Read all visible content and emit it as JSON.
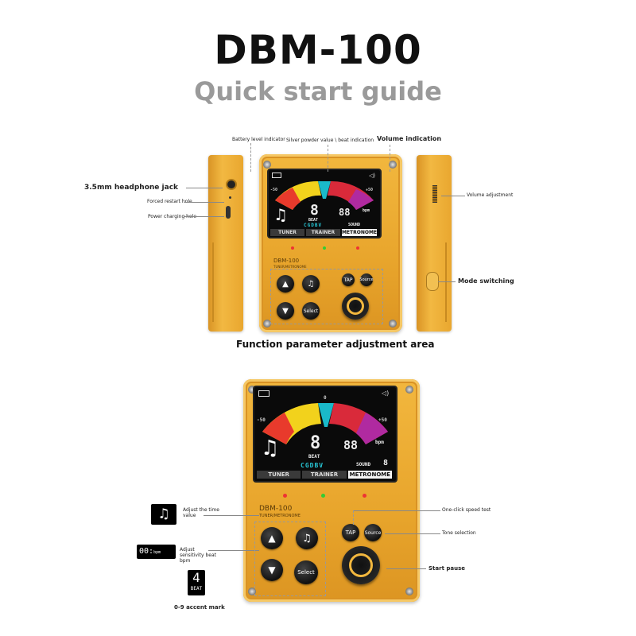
{
  "header": {
    "title": "DBM-100",
    "subtitle": "Quick start guide"
  },
  "top_labels": {
    "battery": "Battery level indicator",
    "silver": "Silver powder value \\ beat indication",
    "volume_indication": "Volume indication",
    "headphone": "3.5mm headphone jack",
    "restart": "Forced restart hole",
    "charging": "Power charging hole",
    "volume_adjustment": "Volume adjustment",
    "mode_switching": "Mode switching",
    "function_area": "Function parameter adjustment area"
  },
  "bottom_labels": {
    "time_value": "Adjust the time value",
    "sensitivity": "Adjust sensitivity beat bpm",
    "accent": "0-9 accent mark",
    "speed_test": "One-click speed test",
    "tone": "Tone selection",
    "start_pause": "Start pause"
  },
  "device": {
    "model": "DBM-100",
    "model_sub": "TUNER/METRONOME",
    "tabs": [
      "TUNER",
      "TRAINER",
      "METRONOME"
    ],
    "beat_label": "BEAT",
    "beat_digit": "8",
    "bpm_value": "88",
    "bpm_unit": "bpm",
    "notes": "CGDBV",
    "sound_label": "SOUND",
    "sound_value": "8",
    "tap_label": "TAP",
    "source_label": "Source",
    "select_label": "Select",
    "minus_label": "-50",
    "plus_label": "+50",
    "zero_label": "0"
  },
  "insets": {
    "bpm_digits": "00:",
    "bpm_unit": "bpm",
    "beat_digit": "4",
    "beat_label": "BEAT"
  },
  "colors": {
    "body": "#eaa82f",
    "accent": "#f2b73e",
    "screen": "#0a0a0a"
  }
}
